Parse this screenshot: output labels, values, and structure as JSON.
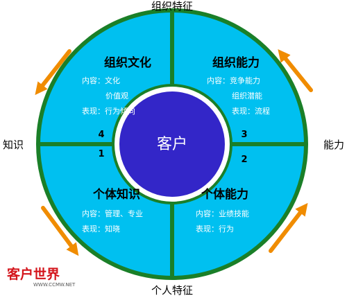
{
  "axes": {
    "top": "组织特征",
    "bottom": "个人特征",
    "left": "知识",
    "right": "能力"
  },
  "center": {
    "label": "客户"
  },
  "quadrants": {
    "top_left": {
      "title": "组织文化",
      "line1": "内容：文化",
      "line2": "价值观",
      "line3": "表现：行为倾向",
      "number": "4"
    },
    "top_right": {
      "title": "组织能力",
      "line1": "内容：竞争能力",
      "line2": "组织潜能",
      "line3": "表现：流程",
      "number": "3"
    },
    "bottom_left": {
      "title": "个体知识",
      "line1": "内容：管理、专业",
      "line2": "表现：知晓",
      "number": "1"
    },
    "bottom_right": {
      "title": "个体能力",
      "line1": "内容：业绩技能",
      "line2": "表现：行为",
      "number": "2"
    }
  },
  "logo": {
    "name": "客户世界",
    "url": "WWW.CCMW.NET"
  },
  "colors": {
    "quadrant_fill": "#00c0f0",
    "border_green": "#1a7f28",
    "center_fill": "#3326c8",
    "arrow_orange": "#f08c00"
  }
}
